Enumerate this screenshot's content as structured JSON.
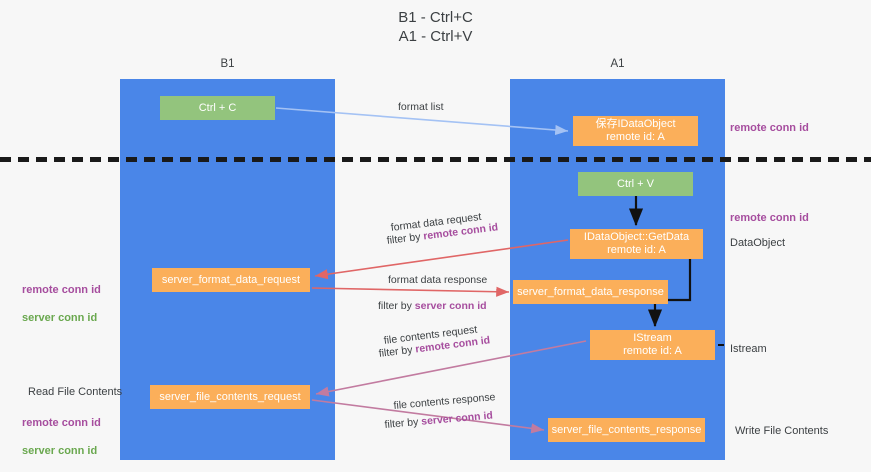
{
  "title": {
    "line1": "B1 - Ctrl+C",
    "line2": "A1 - Ctrl+V"
  },
  "lanes": [
    {
      "id": "b1",
      "name": "B1",
      "role": "connection"
    },
    {
      "id": "a1",
      "name": "A1",
      "role": "remote"
    }
  ],
  "nodes": {
    "ctrl_c": {
      "label": "Ctrl + C",
      "color": "#93c47d"
    },
    "data_object": {
      "label": "保存IDataObject",
      "sub": "remote id: A",
      "color": "#fbaf5a"
    },
    "ctrl_v": {
      "label": "Ctrl + V",
      "color": "#93c47d"
    },
    "get_data": {
      "label": "IDataObject::GetData",
      "sub": "remote id: A",
      "color": "#fbaf5a"
    },
    "sfd_request": {
      "label": "server_format_data_request",
      "color": "#fbaf5a"
    },
    "sfd_response": {
      "label": "server_format_data_response",
      "color": "#fbaf5a"
    },
    "istream": {
      "label": "IStream",
      "sub": "remote id: A",
      "color": "#fbaf5a"
    },
    "sfc_request": {
      "label": "server_file_contents_request",
      "color": "#fbaf5a"
    },
    "sfc_response": {
      "label": "server_file_contents_response",
      "color": "#fbaf5a"
    }
  },
  "edges": {
    "format_list": {
      "caption": "format list",
      "color": "#a4c2f4"
    },
    "format_data_request": {
      "caption1": "format data request",
      "filter_prefix": "filter by ",
      "filter_key": "remote conn id",
      "color": "#e06666"
    },
    "format_data_response": {
      "caption1": "format data response",
      "filter_prefix": "filter by ",
      "filter_key": "server conn id",
      "color": "#e06666"
    },
    "file_contents_request": {
      "caption1": "file contents request",
      "filter_prefix": "filter by ",
      "filter_key": "remote conn id",
      "color": "#c27ba0"
    },
    "file_contents_response": {
      "caption1": "file contents response",
      "filter_prefix": "filter by ",
      "filter_key": "server conn id",
      "color": "#c27ba0"
    }
  },
  "side_labels": {
    "right_1": "remote conn id",
    "right_2": "remote conn id",
    "right_3": "DataObject",
    "right_4": "Istream",
    "right_5": "Write File Contents",
    "left_1_a": "remote conn id",
    "left_1_b": "server conn id",
    "left_2": "Read File Contents",
    "left_3_a": "remote conn id",
    "left_3_b": "server conn id"
  },
  "colors": {
    "lane": "#4a86e8",
    "green_node": "#93c47d",
    "orange_node": "#fbaf5a",
    "purple_text": "#a64d9e",
    "green_text": "#6aa84f",
    "red_arrow": "#e06666",
    "pink_arrow": "#c27ba0",
    "blue_arrow": "#a4c2f4",
    "background": "#f7f7f7",
    "divider": "#1a1a1a"
  }
}
